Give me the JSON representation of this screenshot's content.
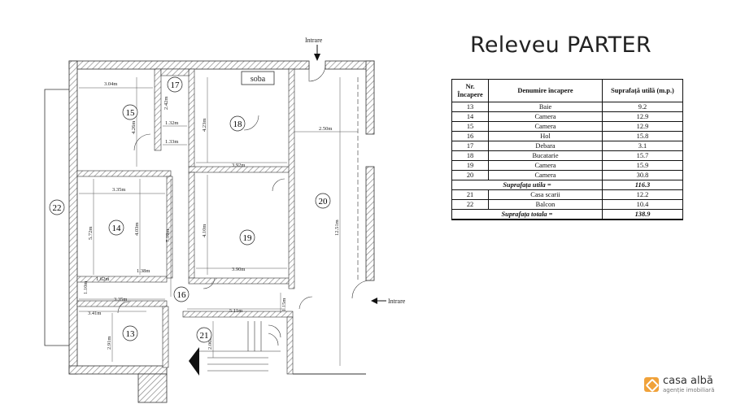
{
  "title": "Releveu PARTER",
  "plan": {
    "entrances": [
      "Intrare",
      "Intrare"
    ],
    "soba_label": "soba",
    "rooms": [
      {
        "id": "13"
      },
      {
        "id": "14"
      },
      {
        "id": "15"
      },
      {
        "id": "16"
      },
      {
        "id": "17"
      },
      {
        "id": "18"
      },
      {
        "id": "19"
      },
      {
        "id": "20"
      },
      {
        "id": "21"
      },
      {
        "id": "22"
      }
    ],
    "dimensions": [
      "3.04m",
      "4.26m",
      "2.42m",
      "1.32m",
      "1.33m",
      "4.23m",
      "3.92m",
      "2.50m",
      "3.35m",
      "5.72m",
      "4.03m",
      "1.38m",
      "1.62m",
      "1.10m",
      "7.19m",
      "4.10m",
      "3.90m",
      "12.51m",
      "3.35m",
      "3.41m",
      "2.91m",
      "5.11m",
      "1.15m",
      "2.06m"
    ]
  },
  "table": {
    "headers": [
      "Nr. Încapere",
      "Denumire încapere",
      "Suprafață utilă (m.p.)"
    ],
    "rows": [
      [
        "13",
        "Baie",
        "9.2"
      ],
      [
        "14",
        "Camera",
        "12.9"
      ],
      [
        "15",
        "Camera",
        "12.9"
      ],
      [
        "16",
        "Hol",
        "15.8"
      ],
      [
        "17",
        "Debara",
        "3.1"
      ],
      [
        "18",
        "Bucatarie",
        "15.7"
      ],
      [
        "19",
        "Camera",
        "15.9"
      ],
      [
        "20",
        "Camera",
        "30.8"
      ]
    ],
    "subtotal_label": "Suprafața utila =",
    "subtotal_value": "116.3",
    "extra_rows": [
      [
        "21",
        "Casa scarii",
        "12.2"
      ],
      [
        "22",
        "Balcon",
        "10.4"
      ]
    ],
    "total_label": "Suprafața totala =",
    "total_value": "138.9"
  },
  "brand": {
    "name": "casa albă",
    "tagline": "agenție imobiliară"
  },
  "colors": {
    "wall_hatch": "#9a9a9a",
    "line": "#222222",
    "brand": "#f0a23a"
  }
}
